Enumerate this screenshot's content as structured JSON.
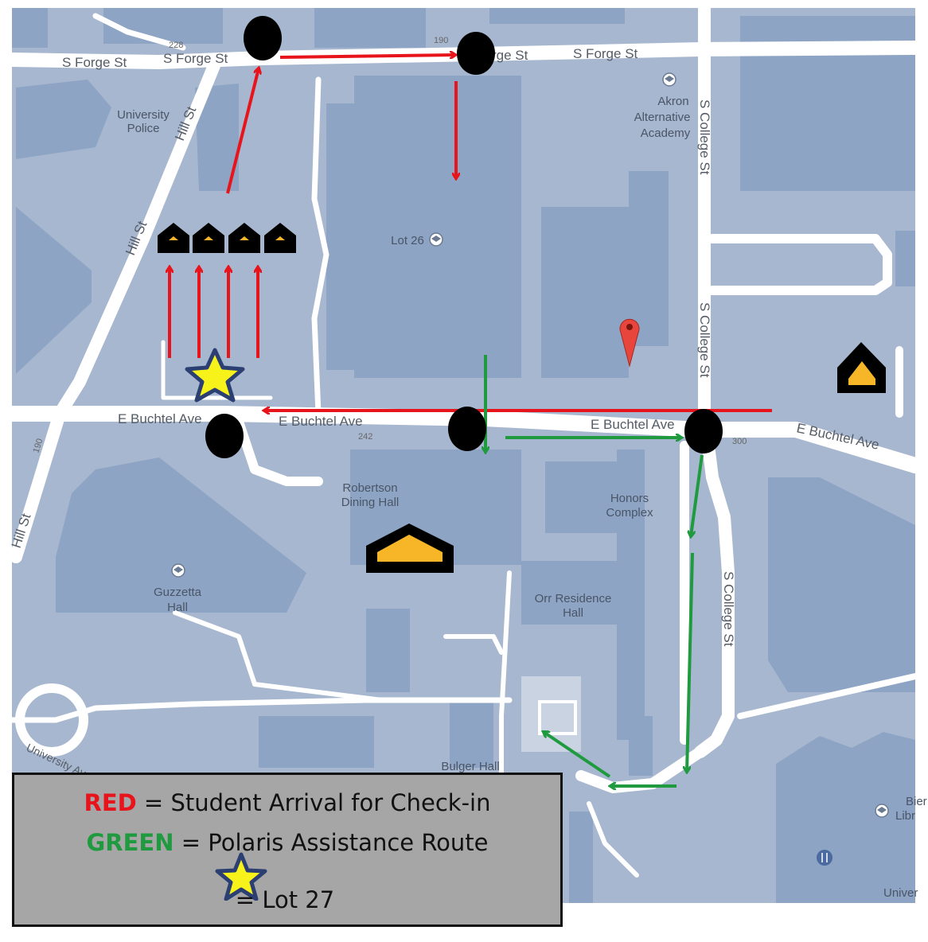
{
  "colors": {
    "background": "#a7b7cf",
    "building": "#8da4c4",
    "road": "#ffffff",
    "red_route": "#e8141c",
    "green_route": "#1f9a3e",
    "checkpoint": "#000000",
    "housing_fill": "#f6b628",
    "legend_bg": "#a6a6a6",
    "star_fill": "#f7f21a",
    "star_outline": "#2b3f73"
  },
  "map": {
    "streets": {
      "s_forge_1": "S Forge St",
      "s_forge_2": "S Forge St",
      "s_forge_3": "rge St",
      "s_forge_4": "S Forge St",
      "hill_st_1": "Hill St",
      "hill_st_2": "Hill St",
      "hill_st_3": "Hill St",
      "buchtel_1": "E Buchtel Ave",
      "buchtel_2": "E Buchtel Ave",
      "buchtel_3": "E Buchtel Ave",
      "buchtel_4": "E Buchtel Ave",
      "college_1": "S College St",
      "college_2": "S College St",
      "college_3": "S College St",
      "university_ave": "University Ave"
    },
    "numbers": {
      "n228": "228",
      "n190a": "190",
      "n190b": "190",
      "n242": "242",
      "n300": "300"
    },
    "places": {
      "university_police_1": "University",
      "university_police_2": "Police",
      "akron_alt_1": "Akron",
      "akron_alt_2": "Alternative",
      "akron_alt_3": "Academy",
      "lot26": "Lot 26",
      "robertson_1": "Robertson",
      "robertson_2": "Dining Hall",
      "honors_1": "Honors",
      "honors_2": "Complex",
      "guzzetta_1": "Guzzetta",
      "guzzetta_2": "Hall",
      "orr_1": "Orr Residence",
      "orr_2": "Hall",
      "bulger": "Bulger Hall",
      "bier_1": "Bier",
      "bier_2": "Libr",
      "univer": "Univer"
    }
  },
  "legend": {
    "red_key": "RED",
    "red_text": " = Student Arrival for Check-in",
    "green_key": "GREEN",
    "green_text": " = Polaris Assistance Route",
    "star_text": "= Lot 27"
  }
}
